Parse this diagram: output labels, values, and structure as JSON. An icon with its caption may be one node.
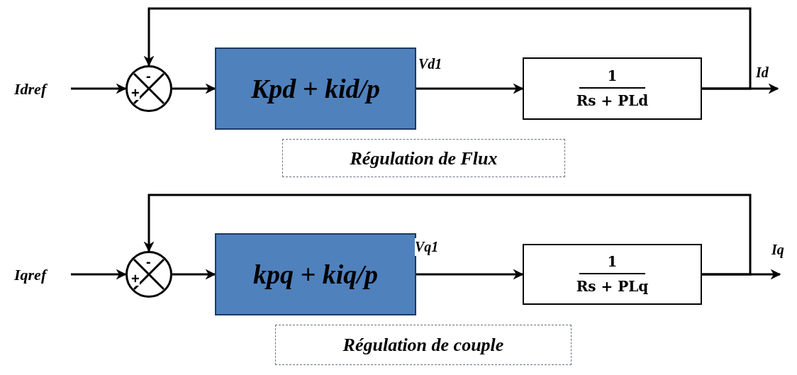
{
  "diagram": {
    "nodes": [
      {
        "text": [
          "Idref"
        ]
      },
      {
        "text": [
          "+",
          "-"
        ]
      },
      {
        "text": [
          "Kpd + kid/p"
        ]
      },
      {
        "text": [
          "1",
          "Rs + PLd"
        ]
      },
      {
        "text": [
          "Régulation de Flux"
        ]
      },
      {
        "text": [
          "Iqref"
        ]
      },
      {
        "text": [
          "+",
          "-"
        ]
      },
      {
        "text": [
          "kpq + kiq/p"
        ]
      },
      {
        "text": [
          "1",
          "Rs + PLq"
        ]
      },
      {
        "text": [
          "Régulation de couple"
        ]
      }
    ],
    "edges": [
      {
        "from": 0,
        "to": 1,
        "arrow": "to"
      },
      {
        "from": 1,
        "to": 2,
        "arrow": "to"
      },
      {
        "from": 2,
        "to": 3,
        "arrow": "to",
        "label": "Vd1"
      },
      {
        "from": 3,
        "to": null,
        "arrow": "to",
        "label": "Id"
      },
      {
        "from": 3,
        "to": 1,
        "arrow": "to"
      },
      {
        "from": 5,
        "to": 6,
        "arrow": "to"
      },
      {
        "from": 6,
        "to": 7,
        "arrow": "to"
      },
      {
        "from": 7,
        "to": 8,
        "arrow": "to",
        "label": "Vq1"
      },
      {
        "from": 8,
        "to": null,
        "arrow": "to",
        "label": "Iq"
      },
      {
        "from": 8,
        "to": 6,
        "arrow": "to"
      }
    ]
  }
}
